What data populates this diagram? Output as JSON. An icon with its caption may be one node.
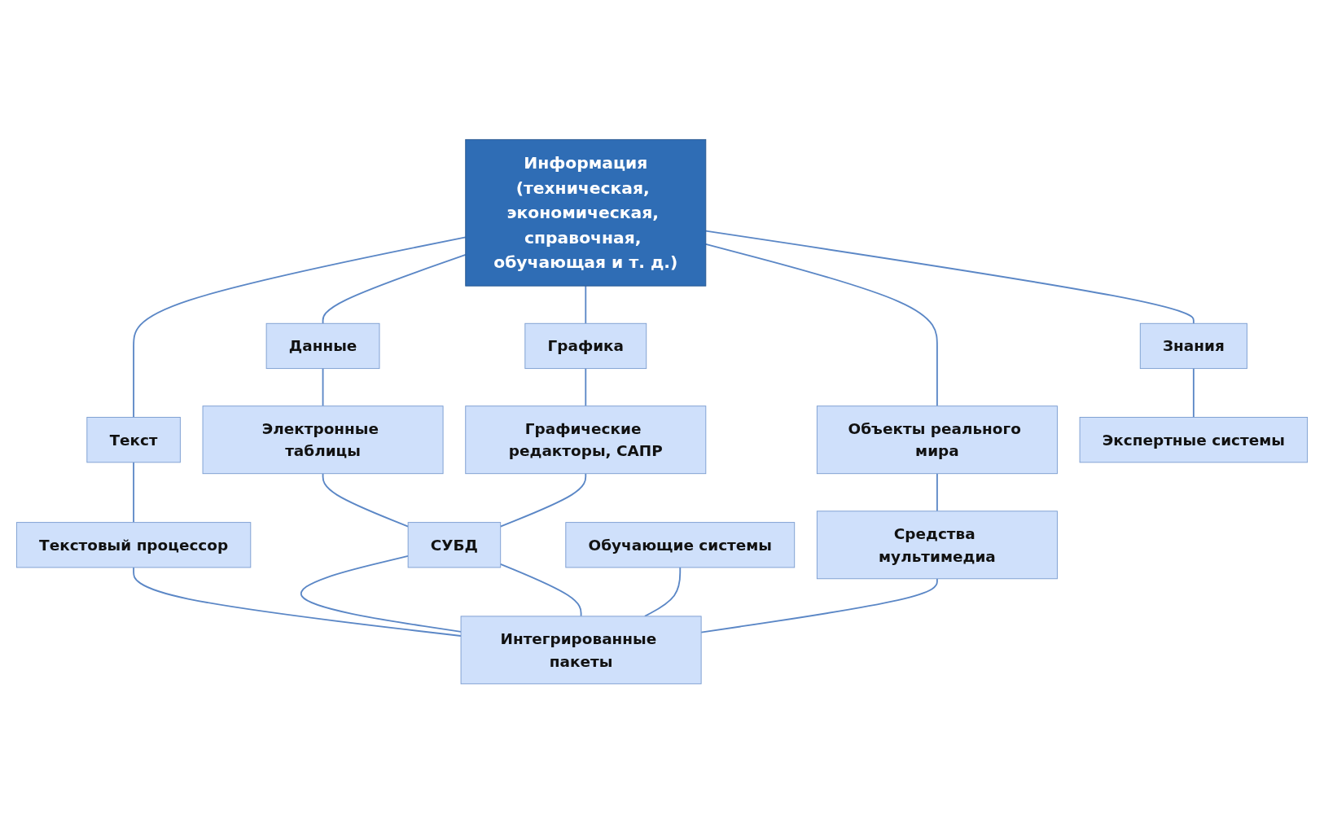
{
  "diagram": {
    "nodes": [
      {
        "text": [
          "Информация",
          "(техническая, экономическая, справочная, обучающая и т. д.)"
        ]
      },
      {
        "text": [
          "Текст"
        ]
      },
      {
        "text": [
          "Данные"
        ]
      },
      {
        "text": [
          "Графика"
        ]
      },
      {
        "text": [
          "Знания"
        ]
      },
      {
        "text": [
          "Объекты реального мира"
        ]
      },
      {
        "text": [
          "Текстовый процессор"
        ]
      },
      {
        "text": [
          "Электронные таблицы"
        ]
      },
      {
        "text": [
          "Графические редакторы, САПР"
        ]
      },
      {
        "text": [
          "Экспертные системы"
        ]
      },
      {
        "text": [
          "Обучающие системы"
        ]
      },
      {
        "text": [
          "Средства мультимедиа"
        ]
      },
      {
        "text": [
          "СУБД"
        ]
      },
      {
        "text": [
          "Интегрированные пакеты"
        ]
      }
    ],
    "edges": [
      {
        "from": 0,
        "to": 1,
        "arrow": "none"
      },
      {
        "from": 0,
        "to": 2,
        "arrow": "none"
      },
      {
        "from": 0,
        "to": 3,
        "arrow": "none"
      },
      {
        "from": 0,
        "to": 4,
        "arrow": "none"
      },
      {
        "from": 0,
        "to": 5,
        "arrow": "none"
      },
      {
        "from": 1,
        "to": 6,
        "arrow": "none"
      },
      {
        "from": 2,
        "to": 7,
        "arrow": "none"
      },
      {
        "from": 3,
        "to": 8,
        "arrow": "none"
      },
      {
        "from": 4,
        "to": 9,
        "arrow": "none"
      },
      {
        "from": 5,
        "to": 11,
        "arrow": "none"
      },
      {
        "from": 6,
        "to": 13,
        "arrow": "none"
      },
      {
        "from": 7,
        "to": 12,
        "arrow": "none"
      },
      {
        "from": 8,
        "to": 12,
        "arrow": "none"
      },
      {
        "from": 12,
        "to": 13,
        "arrow": "none"
      },
      {
        "from": 12,
        "to": 13,
        "arrow": "none"
      },
      {
        "from": 10,
        "to": 13,
        "arrow": "none"
      },
      {
        "from": 11,
        "to": 13,
        "arrow": "none"
      }
    ]
  }
}
